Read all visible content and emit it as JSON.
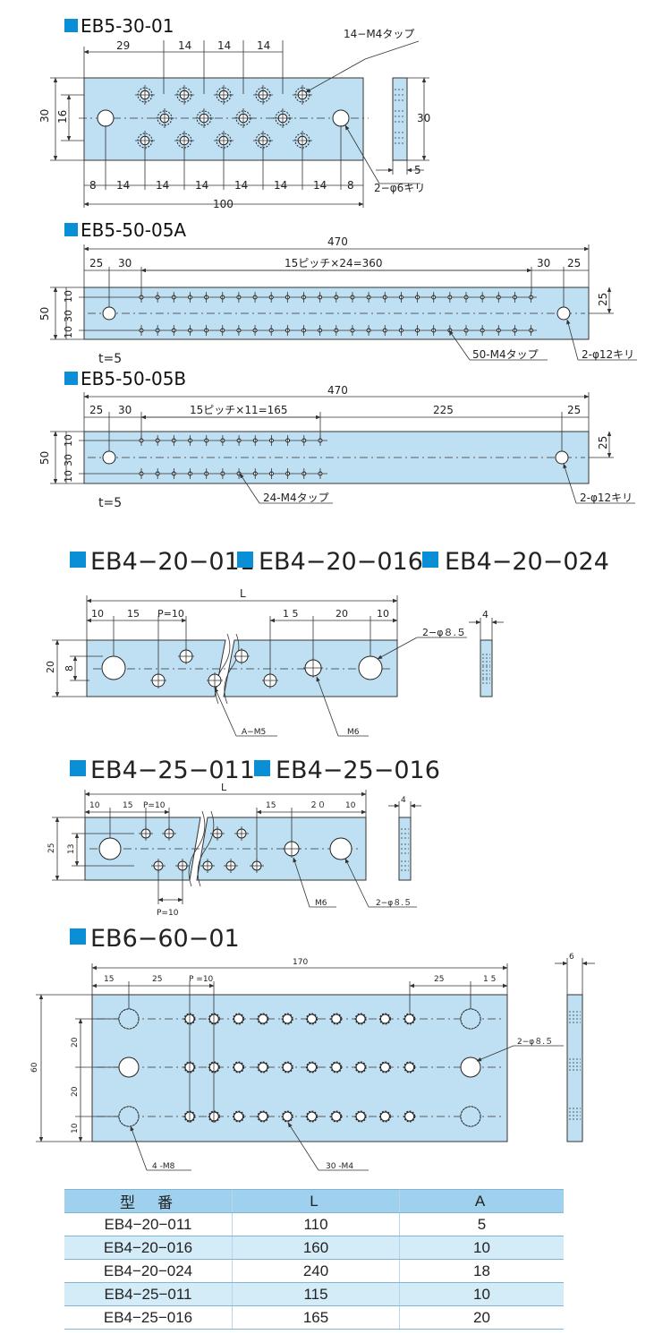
{
  "sections": {
    "eb5_30_01": {
      "title": "EB5-30-01",
      "dims": {
        "top_29": "29",
        "top_14a": "14",
        "top_14b": "14",
        "top_14c": "14",
        "tap_label": "14−M4タップ",
        "left_30": "30",
        "left_16": "16",
        "side_30": "30",
        "side_5": "5",
        "b_8a": "8",
        "b_14a": "14",
        "b_14b": "14",
        "b_14c": "14",
        "b_14d": "14",
        "b_14e": "14",
        "b_14f": "14",
        "b_8b": "8",
        "hole_label": "2−φ6キリ",
        "total_100": "100"
      }
    },
    "eb5_50_05a": {
      "title": "EB5-50-05A",
      "dims": {
        "total": "470",
        "d25a": "25",
        "d30a": "30",
        "pitch": "15ピッチ×24=360",
        "d30b": "30",
        "d25b": "25",
        "left_50": "50",
        "l10a": "10",
        "l30": "30",
        "l10b": "10",
        "right_25": "25",
        "thickness": "t=5",
        "tap_label": "50-M4タップ",
        "hole_label": "2-φ12キリ"
      }
    },
    "eb5_50_05b": {
      "title": "EB5-50-05B",
      "dims": {
        "total": "470",
        "d25a": "25",
        "d30": "30",
        "pitch": "15ピッチ×11=165",
        "d225": "225",
        "d25b": "25",
        "left_50": "50",
        "l10a": "10",
        "l30": "30",
        "l10b": "10",
        "right_25": "25",
        "thickness": "t=5",
        "tap_label": "24-M4タップ",
        "hole_label": "2-φ12キリ"
      }
    },
    "eb4_20": {
      "titles": [
        "EB4−20−011",
        "EB4−20−016",
        "EB4−20−024"
      ],
      "dims": {
        "L": "L",
        "d10a": "10",
        "d15a": "15",
        "pitch": "P=10",
        "d15b": "1 5",
        "d20": "20",
        "d10b": "10",
        "side_4": "4",
        "hole_label": "2−φ８.５",
        "left_20": "20",
        "left_8": "8",
        "a_label": "A−M5",
        "m6_label": "M6"
      }
    },
    "eb4_25": {
      "titles": [
        "EB4−25−011",
        "EB4−25−016"
      ],
      "dims": {
        "L": "L",
        "d10a": "10",
        "d15a": "15",
        "pitch_top": "P=10",
        "d15b": "15",
        "d20": "２０",
        "d10b": "10",
        "side_4": "4",
        "left_25": "25",
        "left_13": "13",
        "pitch_bottom": "P=10",
        "m6_label": "M6",
        "hole_label": "2−φ８.５"
      }
    },
    "eb6_60_01": {
      "title": "EB6−60−01",
      "dims": {
        "total": "170",
        "d15a": "15",
        "d25a": "25",
        "pitch": "P =10",
        "d25b": "25",
        "d15b": "1 5",
        "side_6": "6",
        "left_60": "60",
        "l20a": "20",
        "l20b": "20",
        "l10": "10",
        "hole_label": "2−φ８.５",
        "m8_label": "4 -M8",
        "m4_label": "30 -M4"
      }
    }
  },
  "spec_table": {
    "headers": [
      "型　番",
      "L",
      "A"
    ],
    "rows": [
      [
        "EB4−20−011",
        "110",
        "5"
      ],
      [
        "EB4−20−016",
        "160",
        "10"
      ],
      [
        "EB4−20−024",
        "240",
        "18"
      ],
      [
        "EB4−25−011",
        "115",
        "10"
      ],
      [
        "EB4−25−016",
        "165",
        "20"
      ]
    ]
  },
  "colors": {
    "plate": "#bfe0f3",
    "accent": "#0a8fd6",
    "table_header": "#9fd0ee",
    "table_alt_row": "#d4ebf8"
  }
}
